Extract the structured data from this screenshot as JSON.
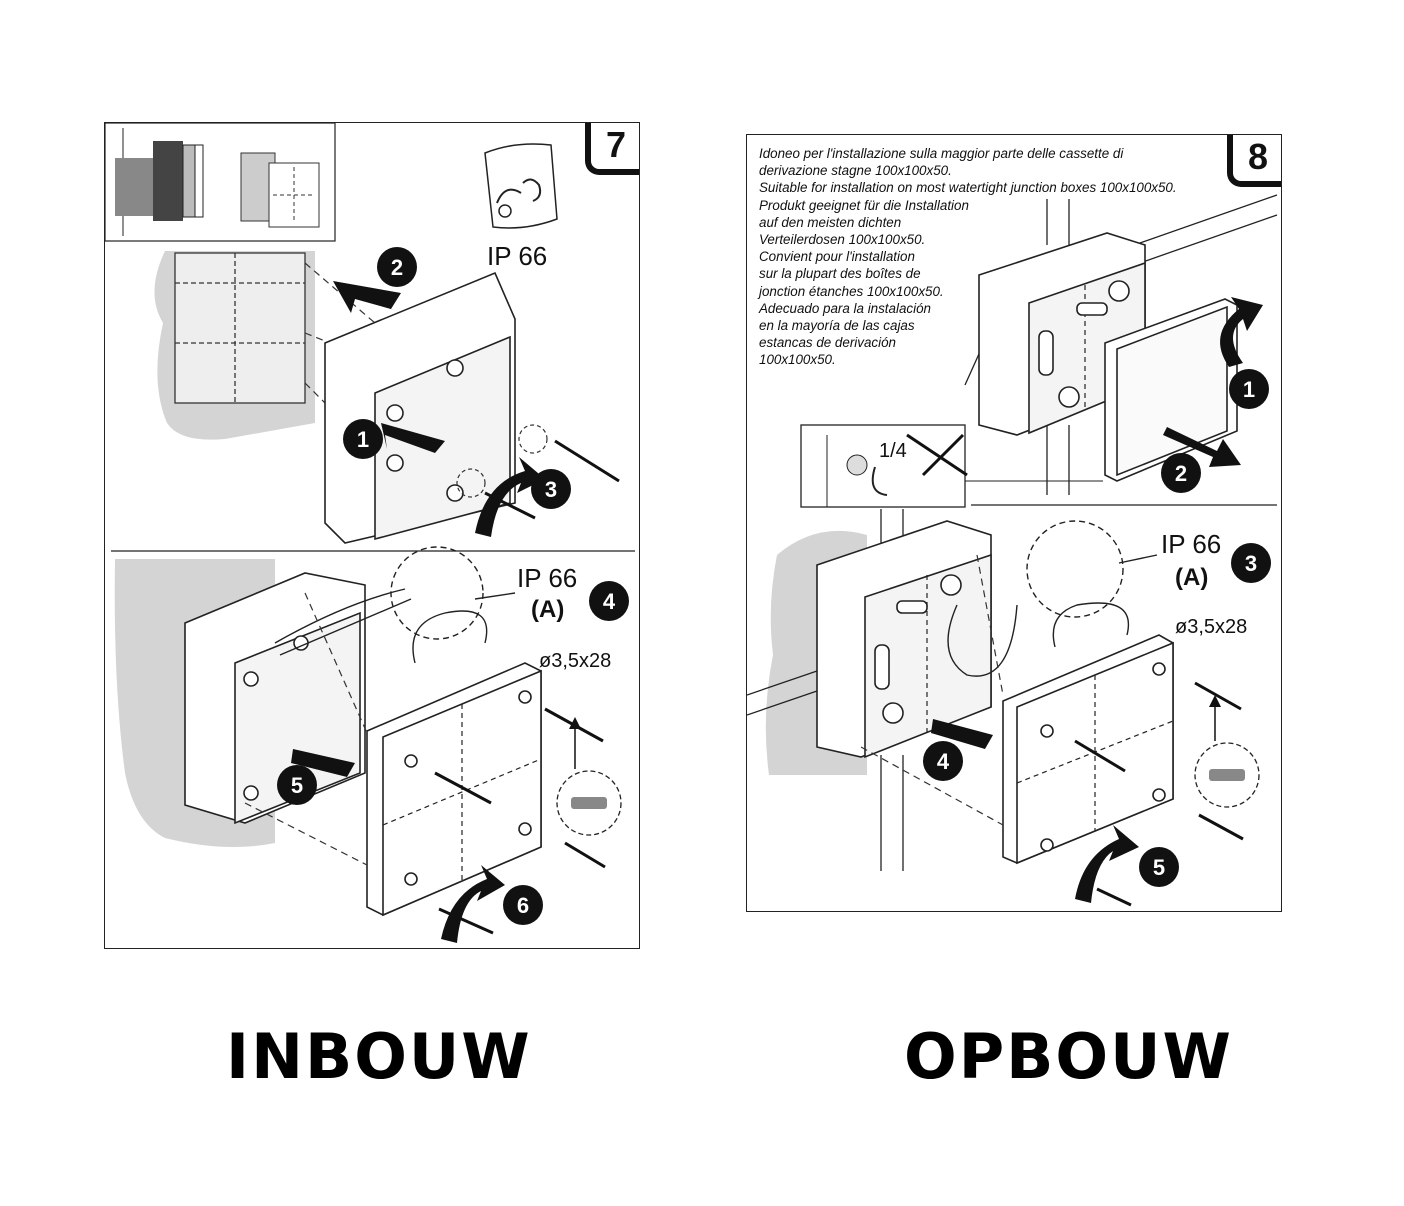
{
  "panels": {
    "left": {
      "step": "7",
      "ip_label": "IP 66",
      "ip_label_2": "IP 66",
      "a_label": "(A)",
      "screw_label": "ø3,5x28",
      "badges": [
        "1",
        "2",
        "3",
        "4",
        "5",
        "6"
      ],
      "caption": "INBOUW"
    },
    "right": {
      "step": "8",
      "notes": [
        "Idoneo per l'installazione sulla maggior parte delle cassette di",
        "derivazione stagne 100x100x50.",
        "Suitable for installation on most watertight junction boxes 100x100x50.",
        "Produkt geeignet für die Installation",
        "auf den meisten dichten",
        "Verteilerdosen 100x100x50.",
        "Convient pour l'installation",
        "sur la plupart des boîtes de",
        "jonction étanches 100x100x50.",
        "Adecuado para la instalación",
        "en la mayoría de las cajas",
        "estancas de derivación",
        "100x100x50."
      ],
      "quarter_label": "1/4",
      "ip_label": "IP 66",
      "a_label": "(A)",
      "screw_label": "ø3,5x28",
      "badges": [
        "1",
        "2",
        "3",
        "4",
        "5"
      ],
      "caption": "OPBOUW"
    }
  },
  "colors": {
    "line": "#111111",
    "wall": "#d4d4d4",
    "badge": "#111111"
  },
  "icons": [
    "screw-icon",
    "arrow-icon",
    "wire-icon",
    "junction-box-icon",
    "cover-plate-icon",
    "gasket-icon"
  ]
}
